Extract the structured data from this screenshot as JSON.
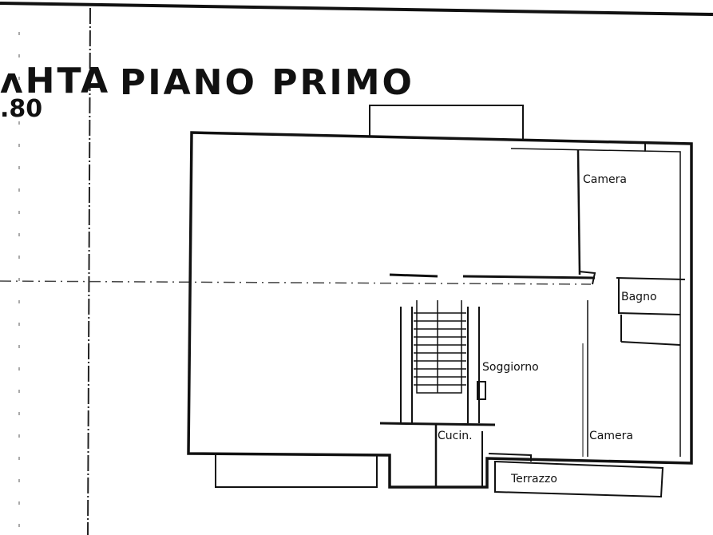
{
  "title": {
    "partial_prefix": "ʌHTA",
    "main": "PIANO PRIMO",
    "scale_fragment": ".80"
  },
  "rooms": {
    "camera_top": "Camera",
    "bagno": "Bagno",
    "soggiorno": "Soggiorno",
    "cucina": "Cucin.",
    "camera_bottom": "Camera",
    "terrazzo": "Terrazzo"
  },
  "colors": {
    "ink": "#111111",
    "paper": "#ffffff"
  }
}
